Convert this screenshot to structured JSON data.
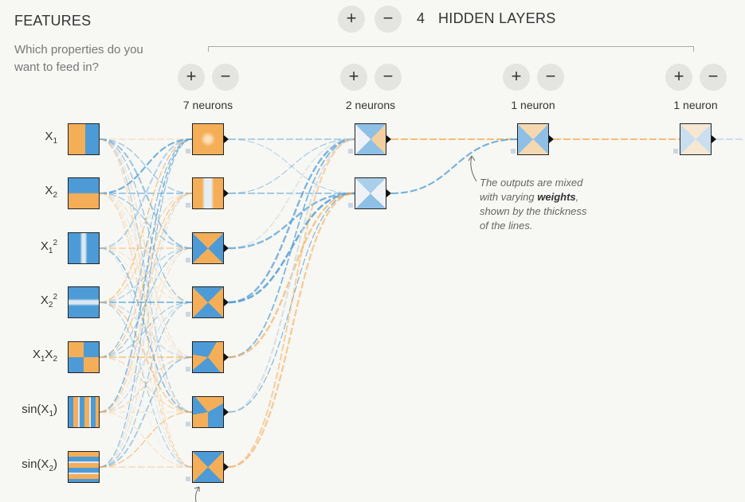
{
  "features": {
    "title": "FEATURES",
    "subtitle": "Which properties do you want to feed in?",
    "items": [
      {
        "base": "X",
        "sub1": "1",
        "sup": "",
        "mid": "",
        "sub2": "",
        "tail": ""
      },
      {
        "base": "X",
        "sub1": "2",
        "sup": "",
        "mid": "",
        "sub2": "",
        "tail": ""
      },
      {
        "base": "X",
        "sub1": "1",
        "sup": "2",
        "mid": "",
        "sub2": "",
        "tail": ""
      },
      {
        "base": "X",
        "sub1": "2",
        "sup": "2",
        "mid": "",
        "sub2": "",
        "tail": ""
      },
      {
        "base": "X",
        "sub1": "1",
        "sup": "",
        "mid": "X",
        "sub2": "2",
        "tail": ""
      },
      {
        "base": "sin(X",
        "sub1": "1",
        "sup": "",
        "mid": "",
        "sub2": "",
        "tail": ")"
      },
      {
        "base": "sin(X",
        "sub1": "2",
        "sup": "",
        "mid": "",
        "sub2": "",
        "tail": ")"
      }
    ]
  },
  "hidden_layers": {
    "count": "4",
    "label": "HIDDEN LAYERS",
    "add_symbol": "+",
    "remove_symbol": "−"
  },
  "layers": [
    {
      "neurons_label": "7 neurons"
    },
    {
      "neurons_label": "2 neurons"
    },
    {
      "neurons_label": "1 neuron"
    },
    {
      "neurons_label": "1 neuron"
    }
  ],
  "annotation": {
    "line1": "The outputs are mixed with varying ",
    "bold": "weights",
    "line2": ", shown by the thickness of the lines."
  },
  "colors": {
    "orange": "#f5ae58",
    "blue": "#4d9bd6",
    "pale": "#e8eef4",
    "background": "#f7f7f4"
  }
}
